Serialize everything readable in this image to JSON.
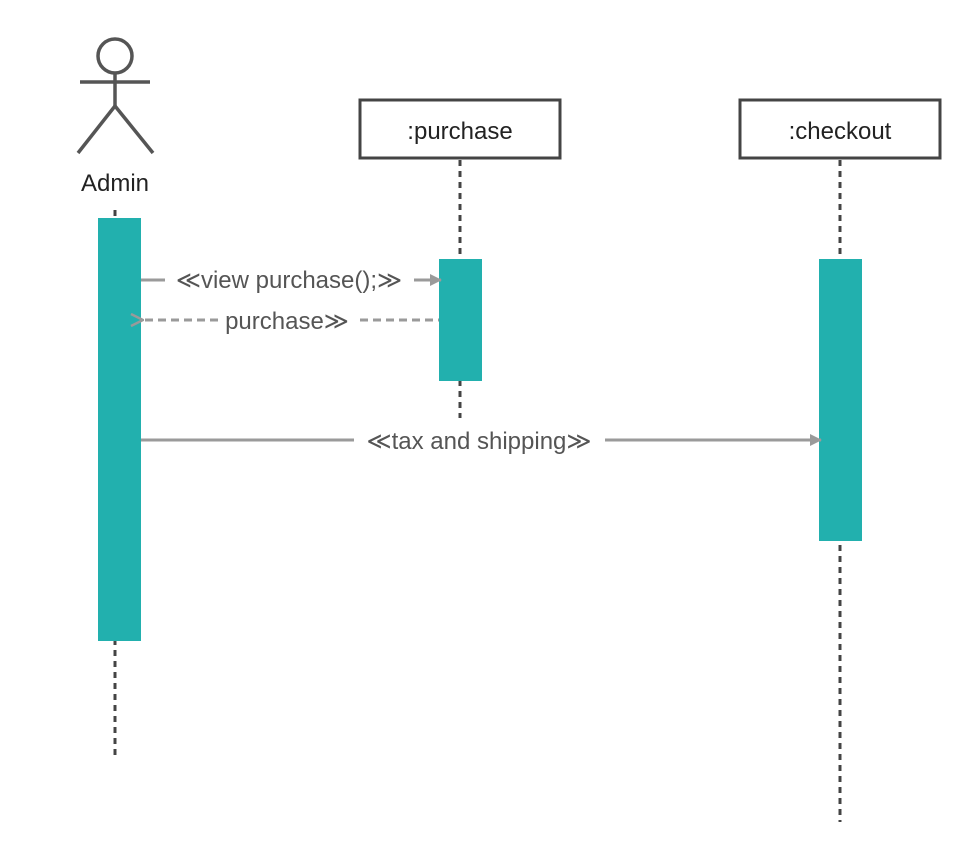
{
  "diagram": {
    "type": "uml-sequence",
    "colors": {
      "activation": "#22b0ae",
      "lifeline": "#444444",
      "arrow": "#9a9a9a",
      "label": "#555555",
      "box_border": "#444444",
      "text": "#222222"
    },
    "actor": {
      "label": "Admin",
      "icon": "stick-figure-icon"
    },
    "objects": [
      {
        "label": ":purchase"
      },
      {
        "label": ":checkout"
      }
    ],
    "messages": [
      {
        "label": "≪view purchase();≫",
        "style": "solid",
        "from": "Admin",
        "to": ":purchase"
      },
      {
        "label": "purchase≫",
        "style": "dashed",
        "from": ":purchase",
        "to": "Admin"
      },
      {
        "label": "≪tax and shipping≫",
        "style": "solid",
        "from": "Admin",
        "to": ":checkout"
      }
    ]
  }
}
